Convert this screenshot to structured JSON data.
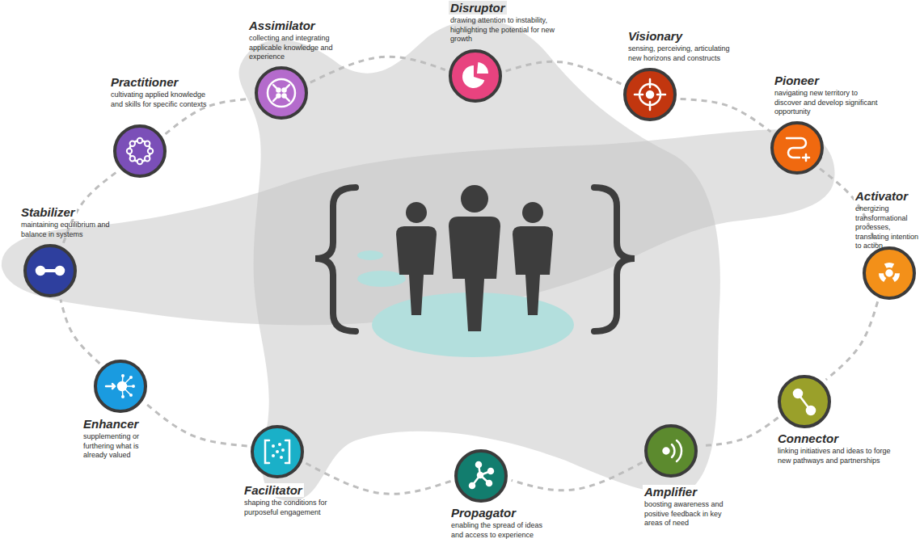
{
  "diagram": {
    "nodes": [
      {
        "text": [
          "Stabilizer",
          "maintaining equilibrium and balance in systems"
        ]
      },
      {
        "text": [
          "Practitioner",
          "cultivating applied knowledge and skills for specific contexts"
        ]
      },
      {
        "text": [
          "Assimilator",
          "collecting and integrating applicable knowledge and experience"
        ]
      },
      {
        "text": [
          "Disruptor",
          "drawing attention to instability, highlighting the potential for new growth"
        ]
      },
      {
        "text": [
          "Visionary",
          "sensing, perceiving, articulating new horizons and constructs"
        ]
      },
      {
        "text": [
          "Pioneer",
          "navigating new territory to discover and develop significant opportunity"
        ]
      },
      {
        "text": [
          "Activator",
          "energizing transformational processes, translating intention to action"
        ]
      },
      {
        "text": [
          "Connector",
          "linking initiatives and ideas to forge new pathways and partnerships"
        ]
      },
      {
        "text": [
          "Amplifier",
          "boosting awareness and positive feedback in key areas of need"
        ]
      },
      {
        "text": [
          "Propagator",
          "enabling the spread of ideas and access to experience"
        ]
      },
      {
        "text": [
          "Facilitator",
          "shaping the conditions for purposeful engagement"
        ]
      },
      {
        "text": [
          "Enhancer",
          "supplementing or furthering what is already valued"
        ]
      }
    ],
    "edges": [
      {
        "from": 0,
        "to": 1,
        "arrow": "none"
      },
      {
        "from": 1,
        "to": 2,
        "arrow": "none"
      },
      {
        "from": 2,
        "to": 3,
        "arrow": "none"
      },
      {
        "from": 3,
        "to": 4,
        "arrow": "none"
      },
      {
        "from": 4,
        "to": 5,
        "arrow": "none"
      },
      {
        "from": 5,
        "to": 6,
        "arrow": "none"
      },
      {
        "from": 6,
        "to": 7,
        "arrow": "none"
      },
      {
        "from": 7,
        "to": 8,
        "arrow": "none"
      },
      {
        "from": 8,
        "to": 9,
        "arrow": "none"
      },
      {
        "from": 9,
        "to": 10,
        "arrow": "none"
      },
      {
        "from": 10,
        "to": 11,
        "arrow": "none"
      },
      {
        "from": 11,
        "to": 0,
        "arrow": "none"
      }
    ]
  }
}
